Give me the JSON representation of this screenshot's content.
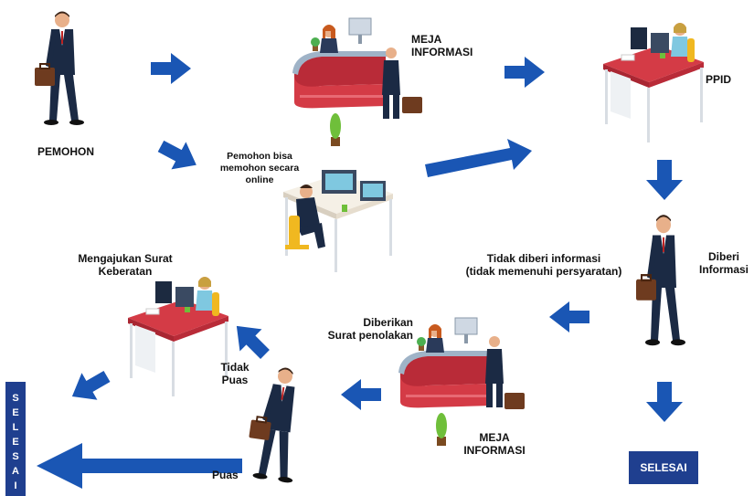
{
  "colors": {
    "arrow": "#1a56b4",
    "badge": "#1f3f8f",
    "desk_red": "#d43b46",
    "suit": "#1b2a44"
  },
  "labels": {
    "pemohon": "PEMOHON",
    "meja_top_line1": "MEJA",
    "meja_top_line2": "INFORMASI",
    "ppid": "PPID",
    "online_line1": "Pemohon bisa",
    "online_line2": "memohon secara",
    "online_line3": "online",
    "tidak_diberi_line1": "Tidak diberi informasi",
    "tidak_diberi_line2": "(tidak memenuhi persyaratan)",
    "diberi_line1": "Diberi",
    "diberi_line2": "Informasi",
    "mengajukan_line1": "Mengajukan Surat",
    "mengajukan_line2": "Keberatan",
    "diberikan_line1": "Diberikan",
    "diberikan_line2": "Surat penolakan",
    "tidak_puas_line1": "Tidak",
    "tidak_puas_line2": "Puas",
    "meja_bottom_line1": "MEJA",
    "meja_bottom_line2": "INFORMASI",
    "puas": "Puas",
    "selesai": "SELESAI",
    "selesai_vertical": [
      "S",
      "E",
      "L",
      "E",
      "S",
      "A",
      "I"
    ]
  }
}
